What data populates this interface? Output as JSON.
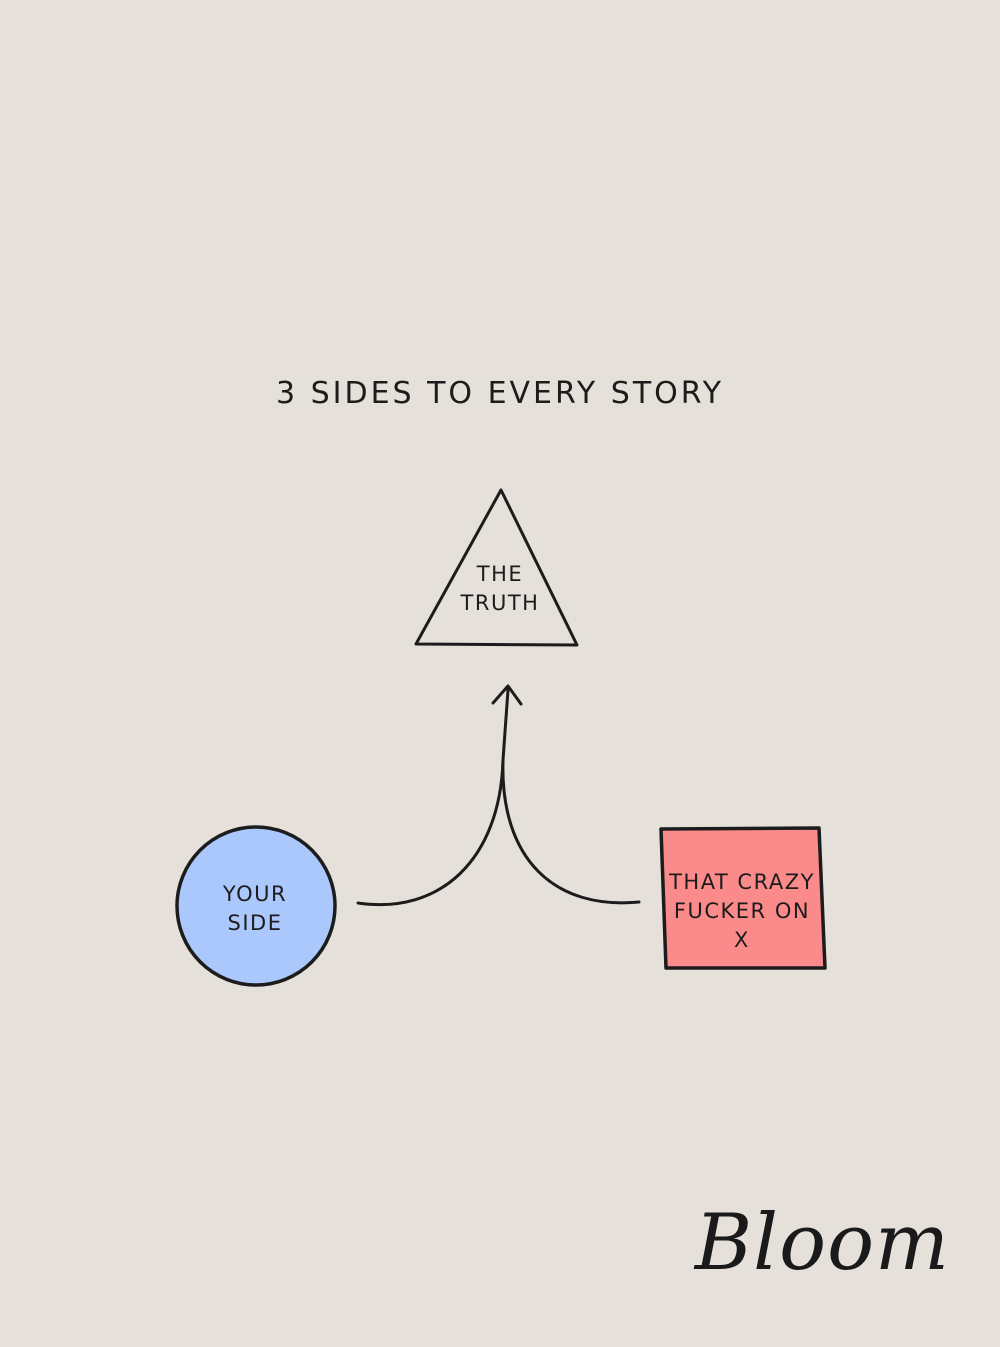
{
  "title": "3 SIDES TO EVERY STORY",
  "nodes": {
    "truth": {
      "line1": "THE",
      "line2": "TRUTH"
    },
    "your_side": {
      "line1": "YOUR",
      "line2": "SIDE"
    },
    "crazy": {
      "line1": "THAT CRAZY",
      "line2": "FUCKER ON",
      "line3": "X"
    }
  },
  "logo": "Bloom",
  "colors": {
    "background": "#e5e1da",
    "circle_fill": "#abc8fd",
    "square_fill": "#fb8a8a",
    "ink": "#1c1c1c"
  }
}
